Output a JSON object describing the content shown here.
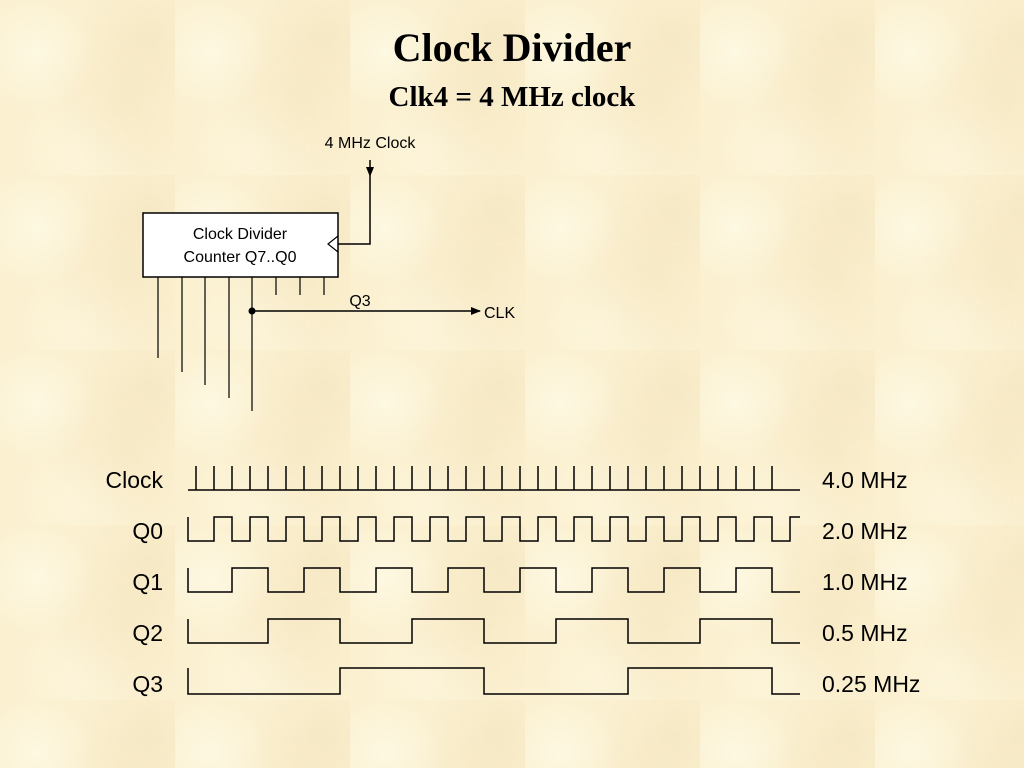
{
  "title": "Clock Divider",
  "subtitle": "Clk4 = 4 MHz clock",
  "circuit": {
    "clock_input_label": "4 MHz Clock",
    "counter_line1": "Clock Divider",
    "counter_line2": "Counter Q7..Q0",
    "tap_label": "Q3",
    "output_label": "CLK"
  },
  "timing": {
    "signals": [
      {
        "name": "Clock",
        "frequency": "4.0 MHz",
        "half_period_clock_cycles": 0
      },
      {
        "name": "Q0",
        "frequency": "2.0 MHz",
        "half_period_clock_cycles": 1
      },
      {
        "name": "Q1",
        "frequency": "1.0 MHz",
        "half_period_clock_cycles": 2
      },
      {
        "name": "Q2",
        "frequency": "0.5 MHz",
        "half_period_clock_cycles": 4
      },
      {
        "name": "Q3",
        "frequency": "0.25 MHz",
        "half_period_clock_cycles": 8
      }
    ],
    "clock_pulses": 33
  }
}
